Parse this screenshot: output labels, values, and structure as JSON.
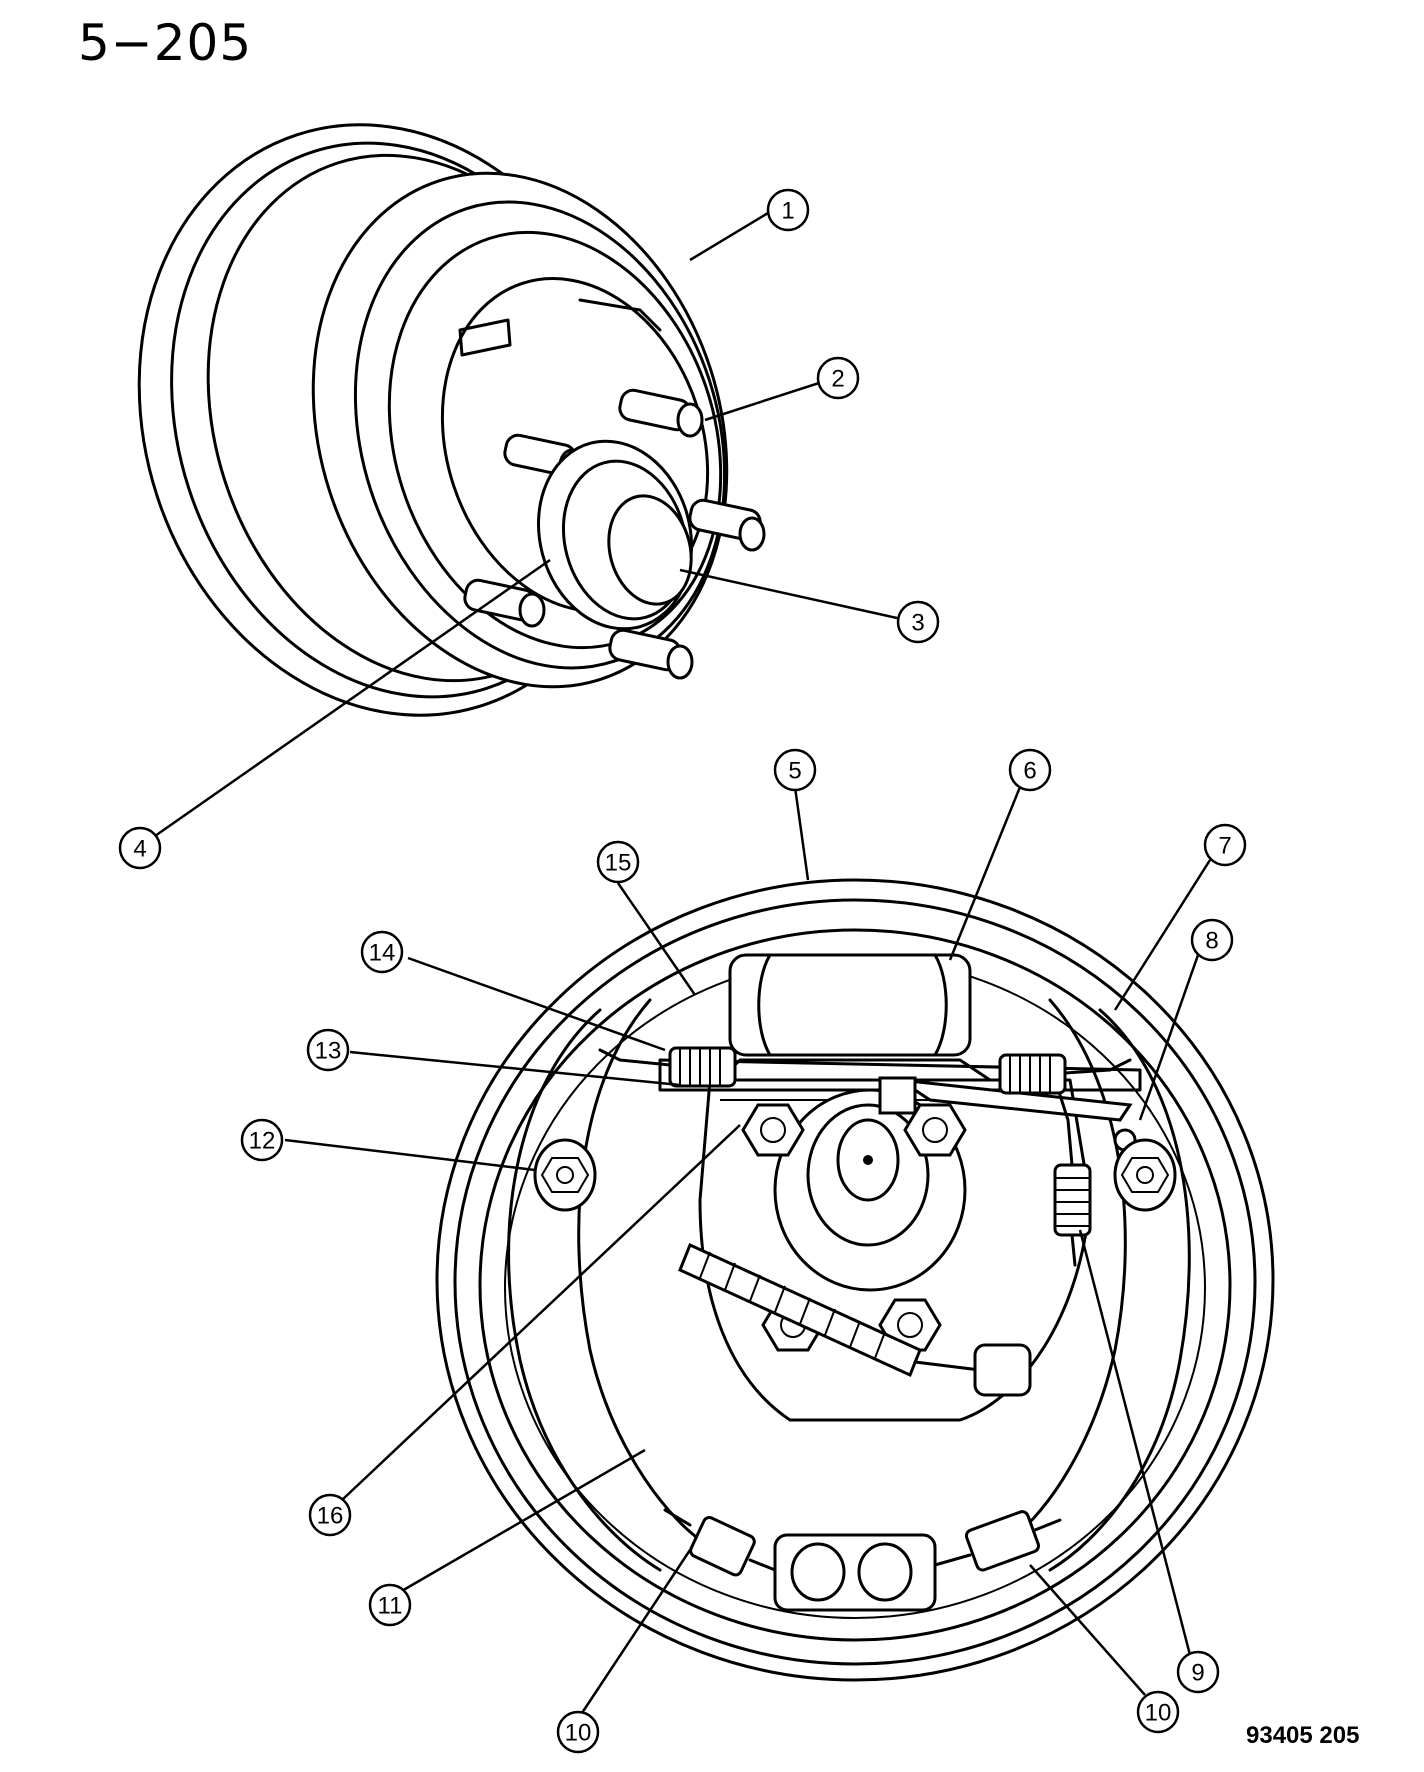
{
  "page_number": "5−205",
  "diagram_code": "93405 205",
  "callouts": [
    "1",
    "2",
    "3",
    "4",
    "5",
    "6",
    "7",
    "8",
    "9",
    "10",
    "10",
    "11",
    "12",
    "13",
    "14",
    "15",
    "16"
  ]
}
